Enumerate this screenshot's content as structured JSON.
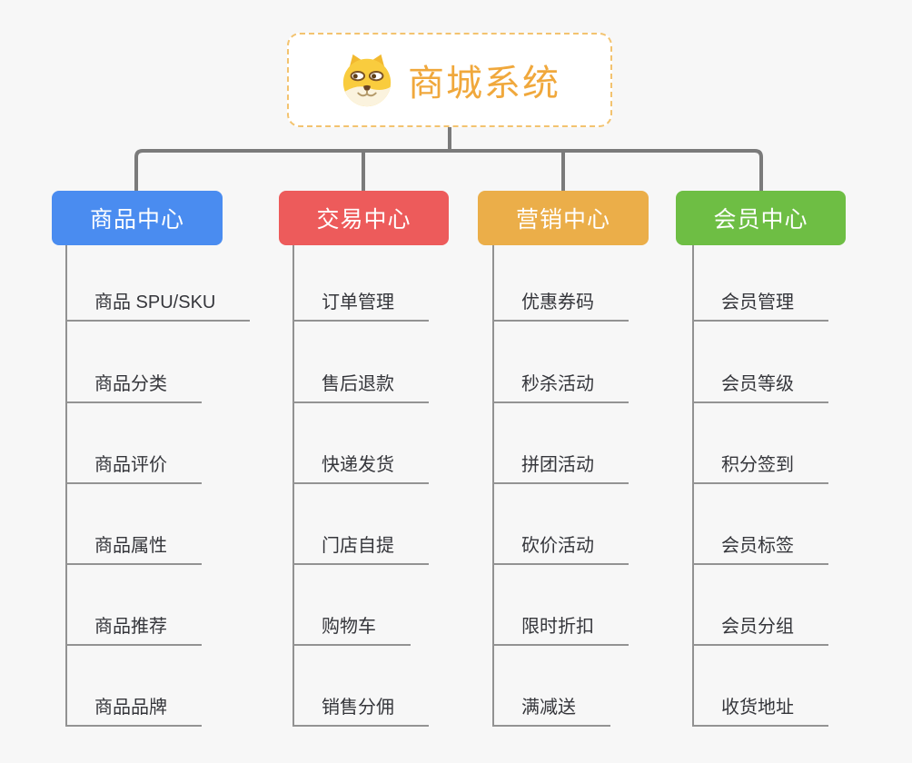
{
  "root": {
    "title": "商城系统",
    "icon": "shiba-dog-icon",
    "accent_color": "#f0a83c",
    "border_color": "#f3c36f"
  },
  "connector_color": "#7b7b7b",
  "branches": [
    {
      "label": "商品中心",
      "color": "#4a8cf0",
      "items": [
        "商品 SPU/SKU",
        "商品分类",
        "商品评价",
        "商品属性",
        "商品推荐",
        "商品品牌"
      ]
    },
    {
      "label": "交易中心",
      "color": "#ed5b5b",
      "items": [
        "订单管理",
        "售后退款",
        "快递发货",
        "门店自提",
        "购物车",
        "销售分佣"
      ]
    },
    {
      "label": "营销中心",
      "color": "#ebae49",
      "items": [
        "优惠券码",
        "秒杀活动",
        "拼团活动",
        "砍价活动",
        "限时折扣",
        "满减送"
      ]
    },
    {
      "label": "会员中心",
      "color": "#6ebe44",
      "items": [
        "会员管理",
        "会员等级",
        "积分签到",
        "会员标签",
        "会员分组",
        "收货地址"
      ]
    }
  ]
}
